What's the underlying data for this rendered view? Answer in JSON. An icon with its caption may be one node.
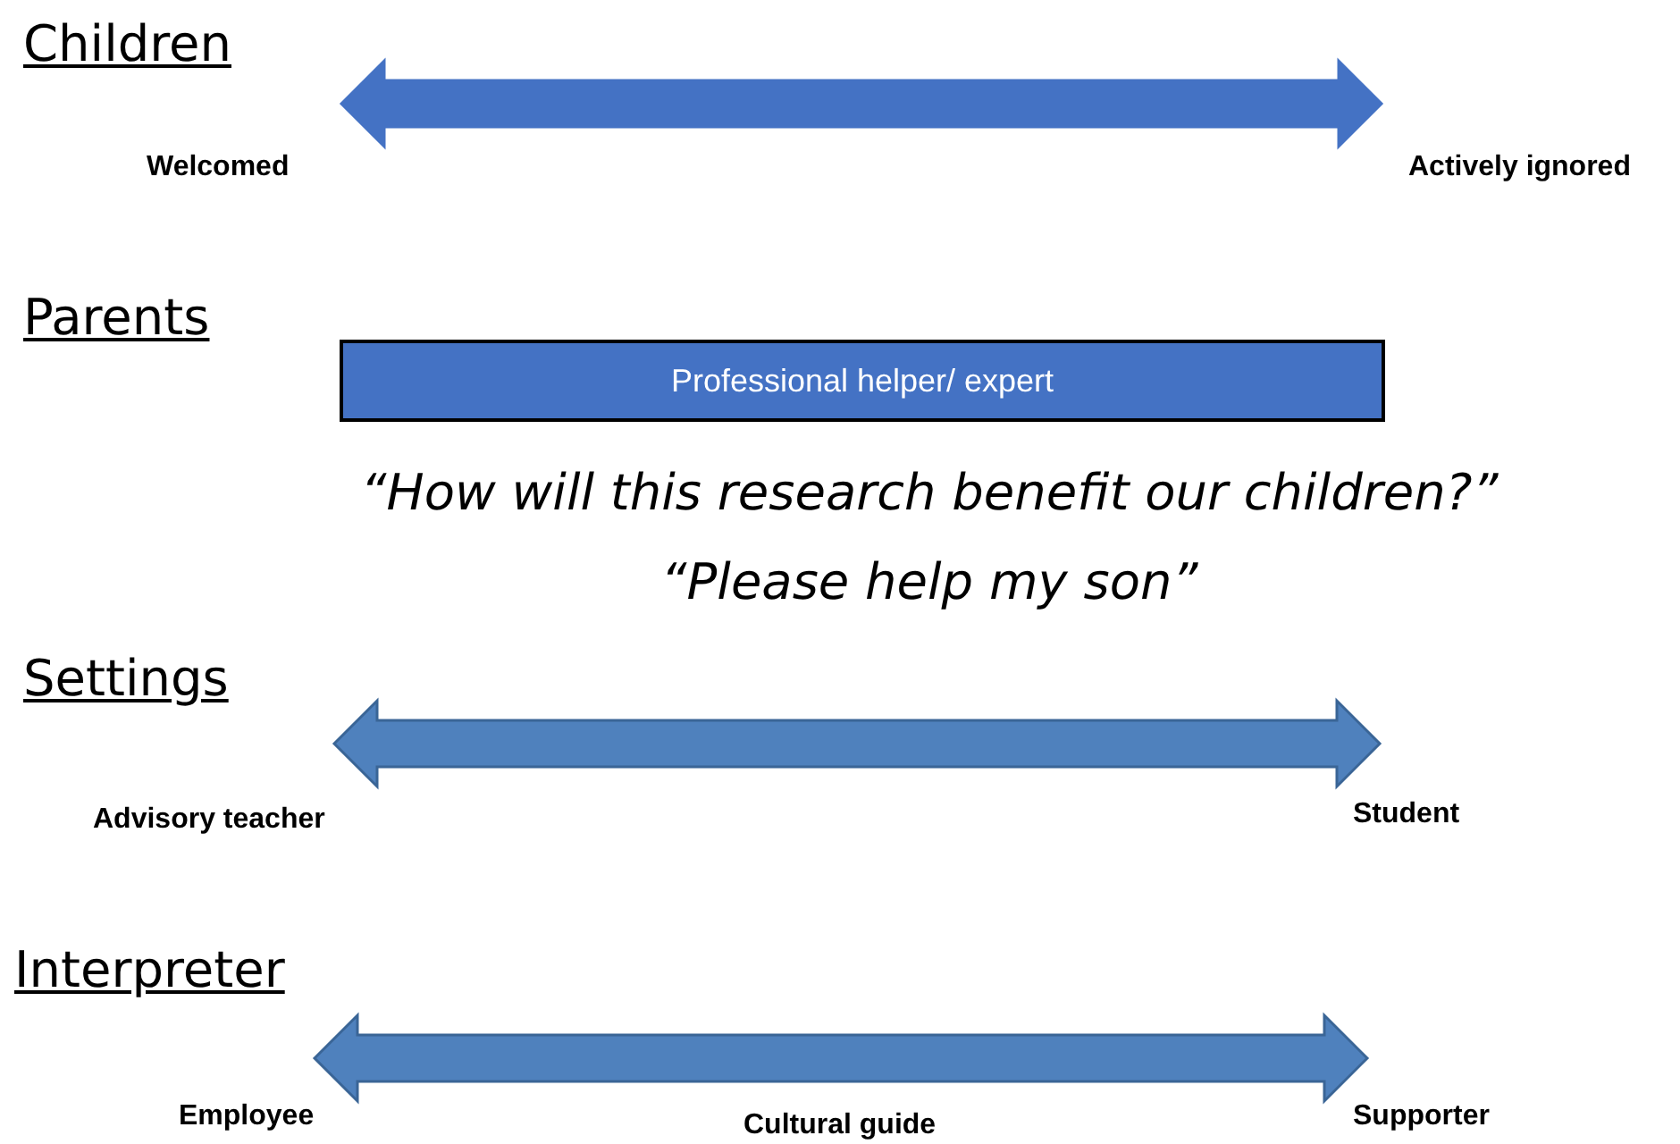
{
  "diagram": {
    "nodes": [
      {
        "text": [
          "Professional helper/ expert"
        ]
      }
    ],
    "labels": [
      "Children",
      "Welcomed",
      "Actively ignored",
      "Parents",
      "“How will this research benefit our children?”",
      "“Please help my son”",
      "Settings",
      "Advisory teacher",
      "Student",
      "Interpreter",
      "Employee",
      "Cultural guide",
      "Supporter"
    ]
  }
}
